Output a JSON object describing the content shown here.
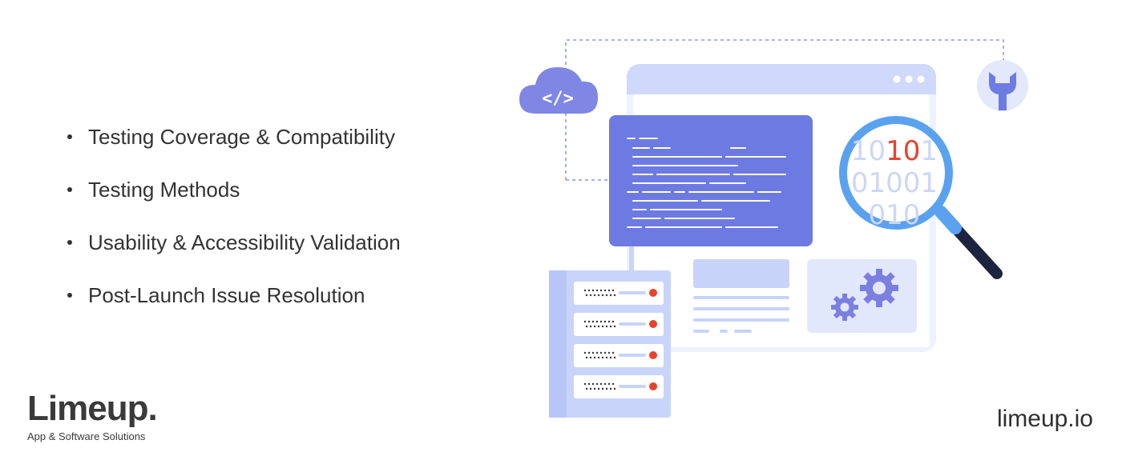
{
  "bullets": [
    "Testing Coverage & Compatibility",
    "Testing Methods",
    "Usability & Accessibility Validation",
    "Post-Launch Issue Resolution"
  ],
  "brand": {
    "name": "Limeup.",
    "tagline": "App & Software Solutions",
    "site": "limeup.io"
  },
  "illustration": {
    "code_symbol": "</>",
    "binary": {
      "row1_faded": "10",
      "row1_highlight": "10",
      "row1_tail": "1",
      "row2": "01001",
      "row3": "010"
    },
    "colors": {
      "window": "#dce4fb",
      "code_panel": "#6f7de3",
      "accent_blue": "#5aa2ef",
      "highlight_red": "#e8412c",
      "gear": "#7b7fe0",
      "server": "#c9d4fa"
    }
  }
}
